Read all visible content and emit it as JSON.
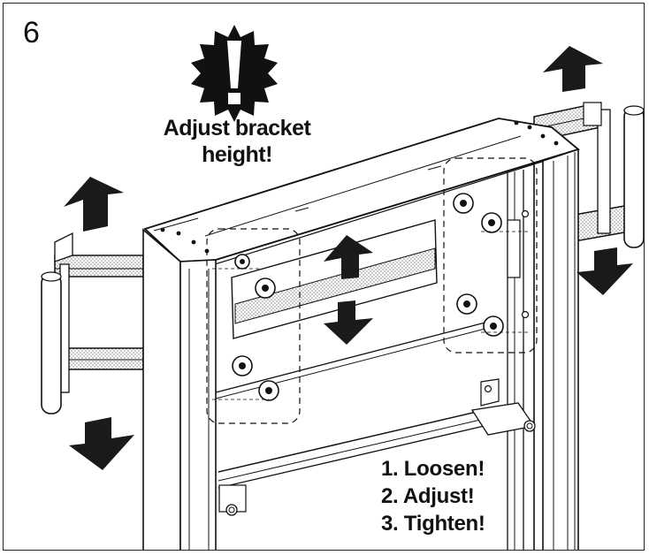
{
  "step_number": "6",
  "warning": {
    "icon": "exclamation-burst-icon",
    "line1": "Adjust bracket",
    "line2": "height!"
  },
  "instructions": [
    "1. Loosen!",
    "2. Adjust!",
    "3. Tighten!"
  ],
  "colors": {
    "line": "#111111",
    "fill": "#ffffff",
    "hatch": "#9a9a9a",
    "arrow": "#1a1a1a"
  }
}
